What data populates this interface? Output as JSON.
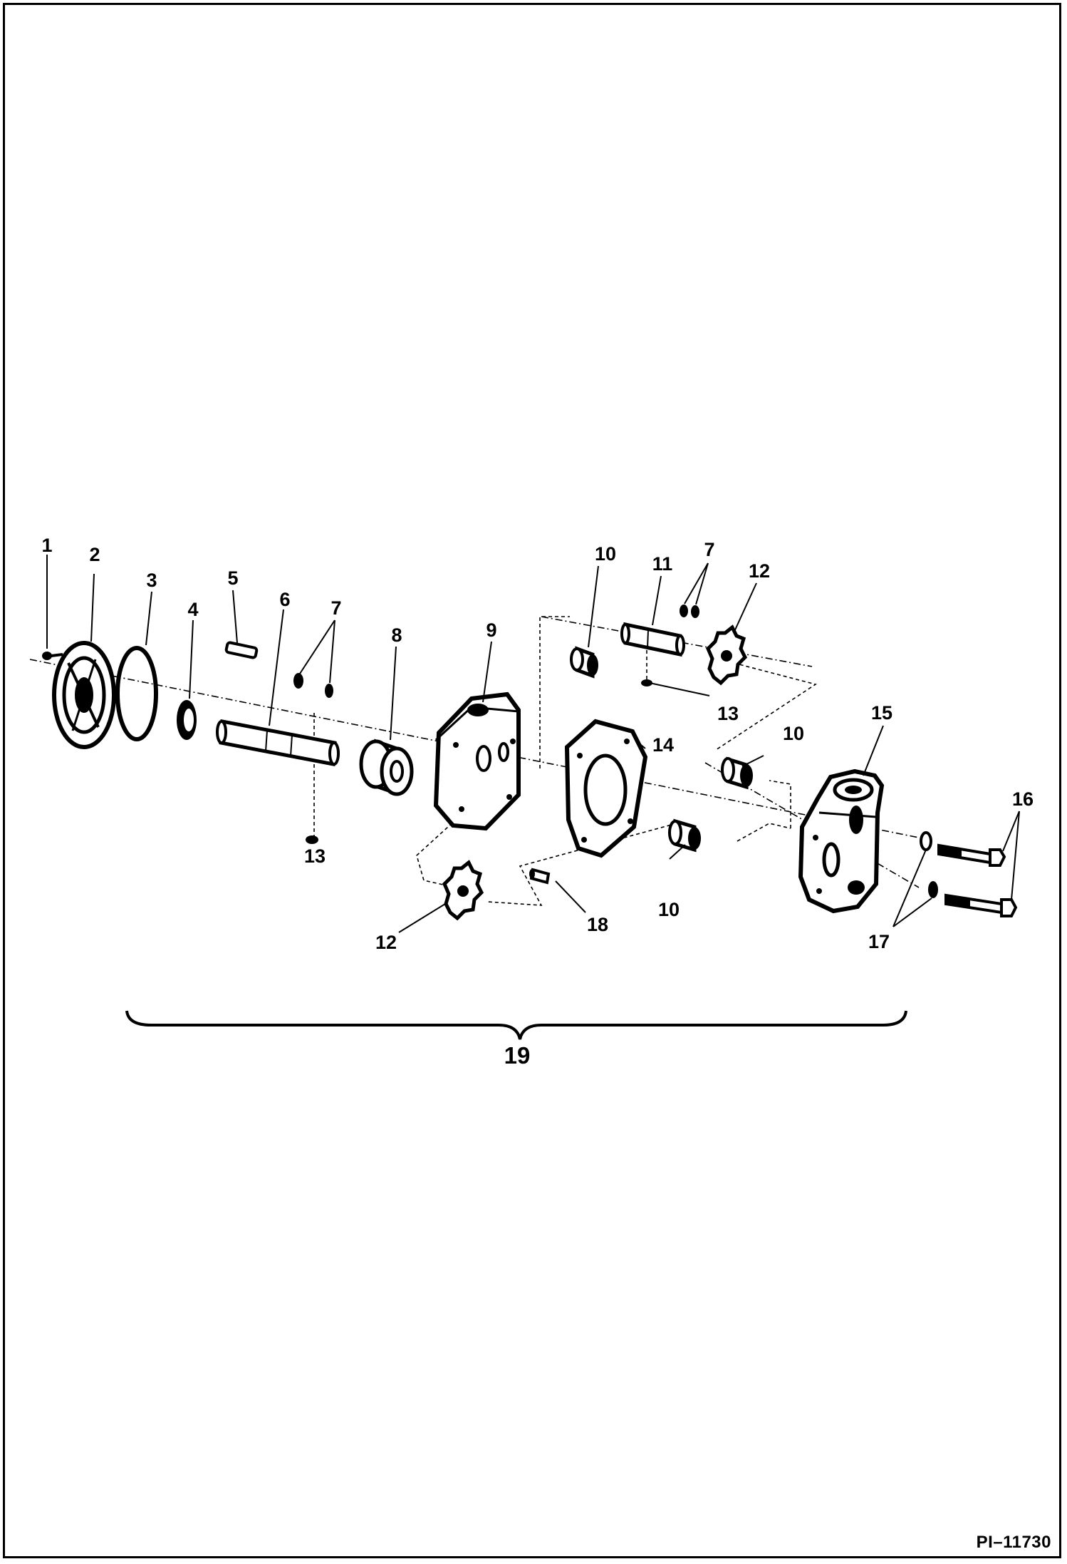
{
  "figure_id": "PI–11730",
  "callouts": {
    "c1": "1",
    "c2": "2",
    "c3": "3",
    "c4": "4",
    "c5": "5",
    "c6": "6",
    "c7a": "7",
    "c7b": "7",
    "c8": "8",
    "c9": "9",
    "c10a": "10",
    "c10b": "10",
    "c10c": "10",
    "c11": "11",
    "c12a": "12",
    "c12b": "12",
    "c13a": "13",
    "c13b": "13",
    "c14": "14",
    "c15": "15",
    "c16": "16",
    "c17": "17",
    "c18": "18",
    "c19": "19"
  }
}
